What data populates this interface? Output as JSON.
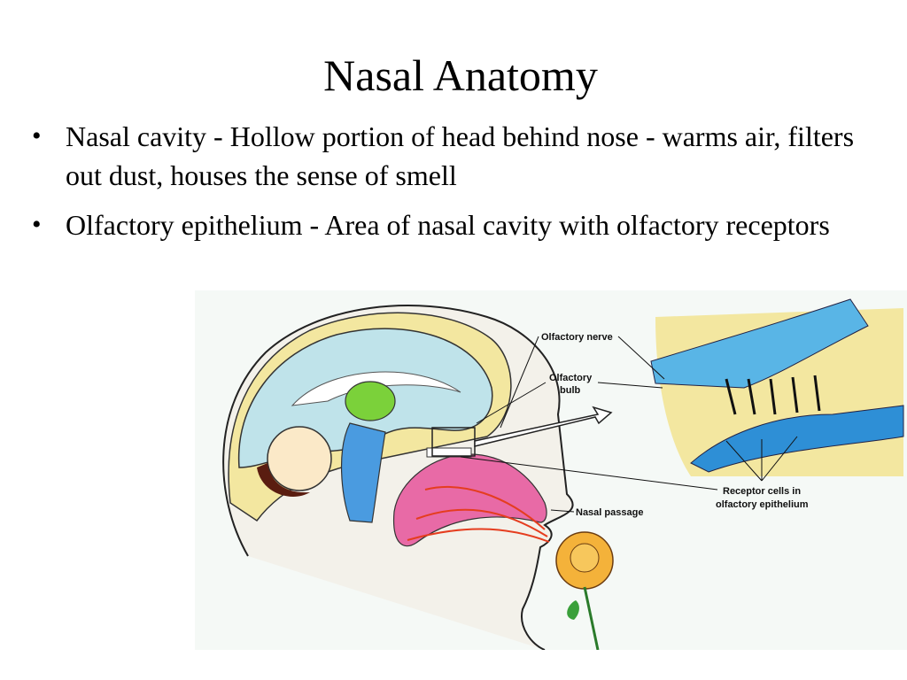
{
  "slide": {
    "title": "Nasal Anatomy",
    "bullets": [
      {
        "marker": "•",
        "text": "Nasal cavity - Hollow portion of head behind nose - warms air, filters out dust, houses the sense of smell"
      },
      {
        "marker": "•",
        "text": "Olfactory epithelium - Area of nasal cavity with olfactory receptors"
      }
    ]
  },
  "figure": {
    "labels": {
      "olfactory_nerve": "Olfactory nerve",
      "olfactory_bulb_line1": "Olfactory",
      "olfactory_bulb_line2": "bulb",
      "receptor_line1": "Receptor cells in",
      "receptor_line2": "olfactory epithelium",
      "nasal_passage": "Nasal passage"
    }
  }
}
